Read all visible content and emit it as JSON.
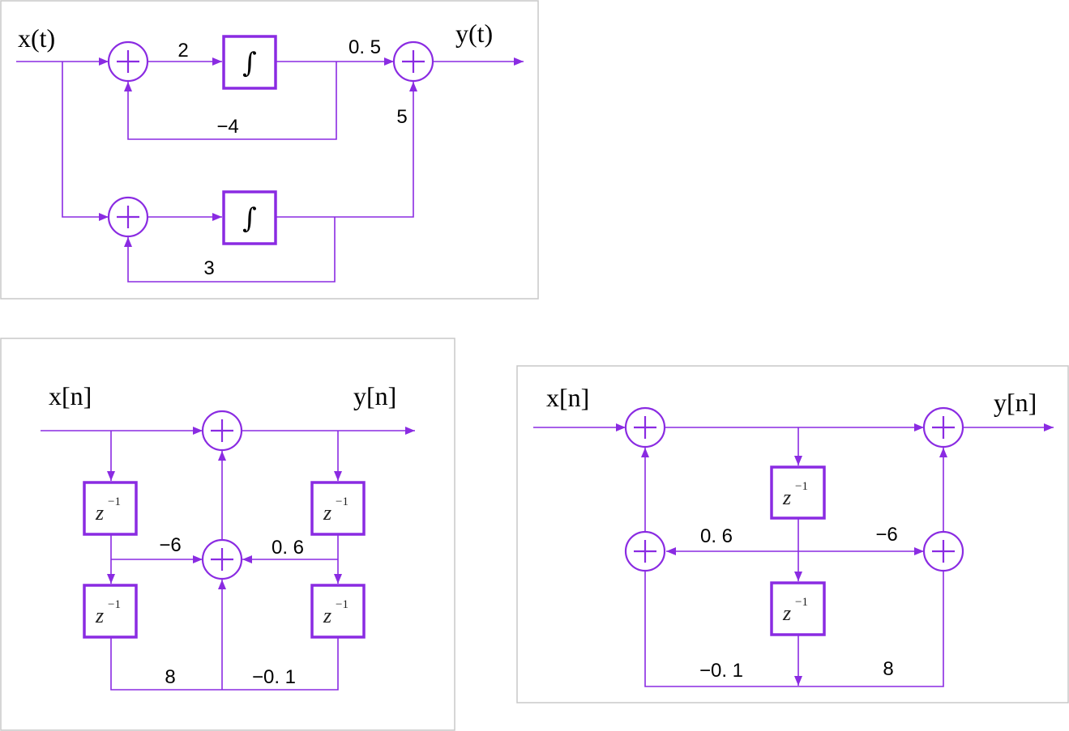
{
  "diagrams": {
    "continuous": {
      "input_label": "x(t)",
      "output_label": "y(t)",
      "gains": {
        "g_forward": "2",
        "g_out_top": "0. 5",
        "g_feedback_top": "−4",
        "g_out_bottom": "5",
        "g_feedback_bottom": "3"
      },
      "integrator_symbol": "∫"
    },
    "discrete_a": {
      "input_label": "x[n]",
      "output_label": "y[n]",
      "delay": {
        "base": "z",
        "exp": "−1"
      },
      "gains": {
        "g_left": "−6",
        "g_right": "0. 6",
        "g_bottom_left": "8",
        "g_bottom_right": "−0. 1"
      }
    },
    "discrete_b": {
      "input_label": "x[n]",
      "output_label": "y[n]",
      "delay": {
        "base": "z",
        "exp": "−1"
      },
      "gains": {
        "g_mid_left": "0. 6",
        "g_mid_right": "−6",
        "g_bottom_left": "−0. 1",
        "g_bottom_right": "8"
      }
    }
  },
  "colors": {
    "wire": "#8a2be2",
    "frame": "#c8c8c8",
    "text": "#000000"
  }
}
